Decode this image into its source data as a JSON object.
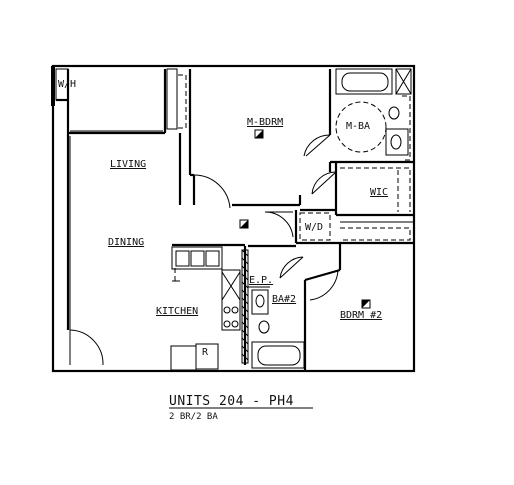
{
  "rooms": {
    "wh": "W/H",
    "master_bedroom": "M-BDRM",
    "master_bath": "M-BA",
    "living": "LIVING",
    "dining": "DINING",
    "wic": "WIC",
    "wd": "W/D",
    "ep": "E.P.",
    "bath2": "BA#2",
    "kitchen": "KITCHEN",
    "refrigerator": "R",
    "bedroom2": "BDRM #2"
  },
  "caption": {
    "title": "UNITS 204 - PH4",
    "subtitle": "2 BR/2 BA"
  }
}
